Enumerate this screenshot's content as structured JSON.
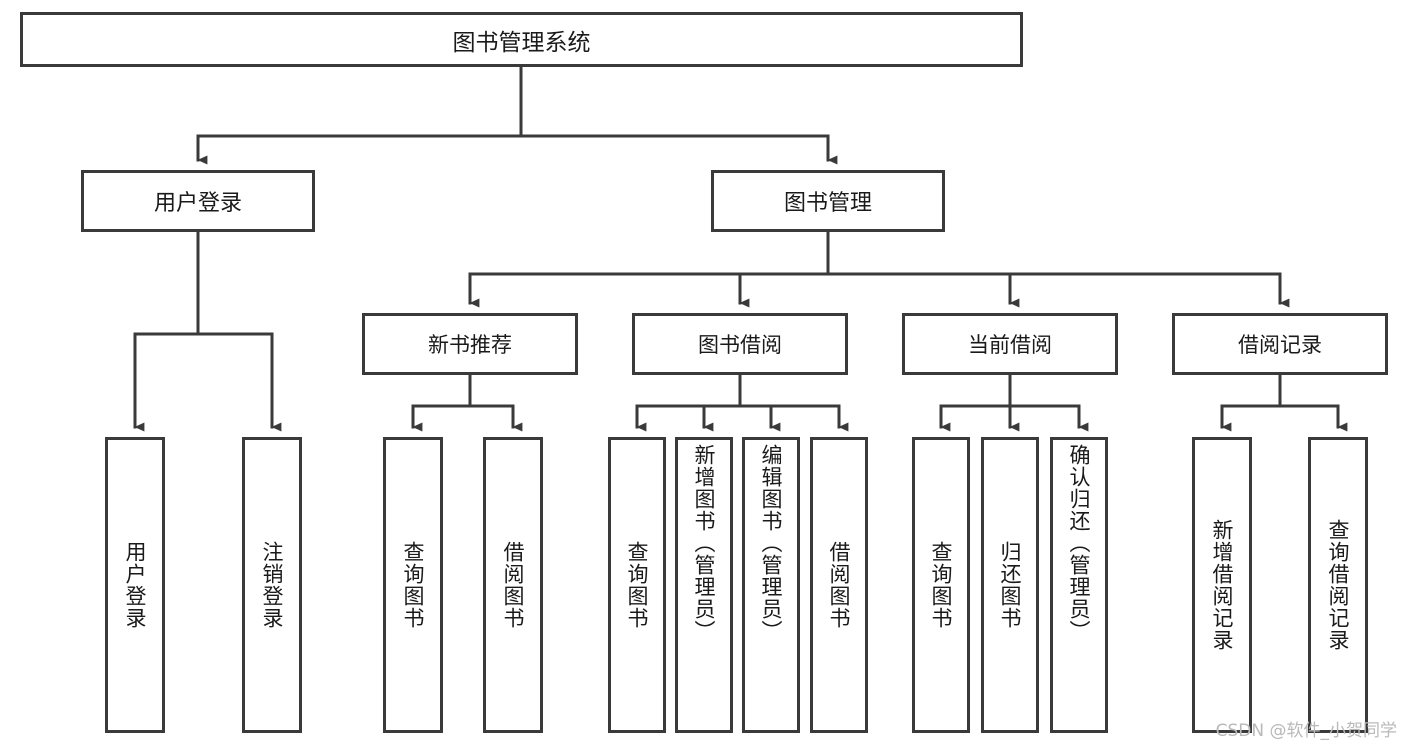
{
  "diagram": {
    "title": "图书管理系统",
    "type": "tree-hierarchy-diagram",
    "colors": {
      "box_border": "#3a3a3a",
      "box_fill": "#ffffff",
      "connector": "#3a3a3a",
      "text": "#1a1a1a",
      "watermark": "#b9b9b9",
      "background": "#ffffff"
    },
    "root": {
      "label": "图书管理系统"
    },
    "level2": [
      {
        "label": "用户登录"
      },
      {
        "label": "图书管理"
      }
    ],
    "level3": [
      {
        "label": "新书推荐"
      },
      {
        "label": "图书借阅"
      },
      {
        "label": "当前借阅"
      },
      {
        "label": "借阅记录"
      }
    ],
    "leaves": {
      "user_login": [
        {
          "label": "用户登录"
        },
        {
          "label": "注销登录"
        }
      ],
      "new_book_recommend": [
        {
          "label": "查询图书"
        },
        {
          "label": "借阅图书"
        }
      ],
      "book_borrow": [
        {
          "label": "查询图书"
        },
        {
          "label": "新增图书（管理员）"
        },
        {
          "label": "编辑图书（管理员）"
        },
        {
          "label": "借阅图书"
        }
      ],
      "current_borrow": [
        {
          "label": "查询图书"
        },
        {
          "label": "归还图书"
        },
        {
          "label": "确认归还（管理员）"
        }
      ],
      "borrow_records": [
        {
          "label": "新增借阅记录"
        },
        {
          "label": "查询借阅记录"
        }
      ]
    }
  },
  "watermark": {
    "text": "CSDN @软件_小贺同学"
  }
}
